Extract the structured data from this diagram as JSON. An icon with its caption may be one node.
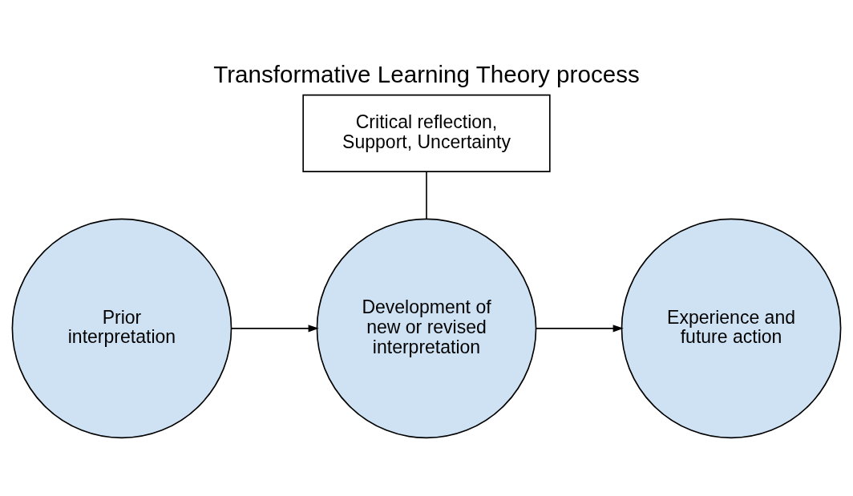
{
  "diagram": {
    "title": "Transformative Learning Theory process",
    "nodes": [
      {
        "text": [
          "Critical reflection, Support, Uncertainty"
        ]
      },
      {
        "text": [
          "Prior interpretation"
        ]
      },
      {
        "text": [
          "Development of new or revised interpretation"
        ]
      },
      {
        "text": [
          "Experience and future action"
        ]
      }
    ],
    "edges": [
      {
        "from": 0,
        "to": 2,
        "arrow": "none"
      },
      {
        "from": 1,
        "to": 2,
        "arrow": "to"
      },
      {
        "from": 2,
        "to": 3,
        "arrow": "to"
      }
    ]
  }
}
